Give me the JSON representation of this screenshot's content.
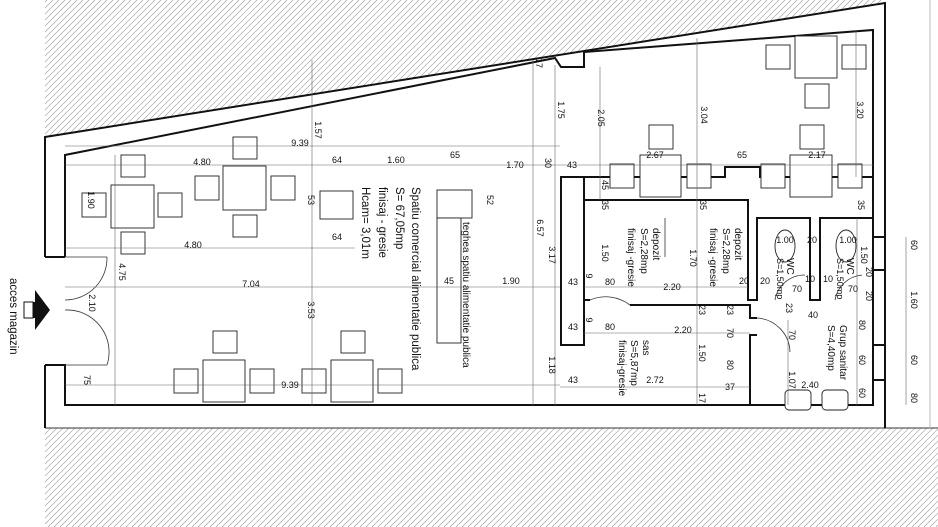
{
  "colors": {
    "wall": "#111111",
    "hatch": "#9a9a9a",
    "background": "#ffffff"
  },
  "labels": {
    "entrance": "acces magazin",
    "main_room": [
      "Spatiu comercial alimentatie publica",
      "S= 67,05mp",
      "finisaj - gresie",
      "Hcam= 3,01m"
    ],
    "counter": "teghea spatiu alimentatie publica",
    "storage_1": [
      "depozit",
      "S=2,28mp",
      "finisaj -gresie"
    ],
    "storage_2": [
      "depozit",
      "S=2,28mp",
      "finisaj -gresie"
    ],
    "airlock": [
      "sas",
      "S=5,87mp",
      "finisaj-gresie"
    ],
    "wc_1": [
      "WC",
      "S=1,50mp"
    ],
    "wc_2": [
      "WC",
      "S=1,50mp"
    ],
    "sanitary": [
      "Grup sanitar",
      "S=4,40mp"
    ]
  },
  "dims": [
    "9.39",
    "1.57",
    "4.80",
    "64",
    "1.60",
    "65",
    "1.70",
    "30",
    "43",
    "2.67",
    "65",
    "2.17",
    "1.90",
    "53",
    "52",
    "4.80",
    "64",
    "4.75",
    "7.04",
    "45",
    "1.90",
    "6.57",
    "3.17",
    "2.10",
    "3.53",
    "43",
    "9",
    "80",
    "1.50",
    "2.20",
    "1.70",
    "20",
    "43",
    "9",
    "80",
    "2.20",
    "23",
    "23",
    "70",
    "1.50",
    "80",
    "37",
    "17",
    "1.18",
    "43",
    "2.72",
    "75",
    "9.39",
    "1.75",
    "17",
    "2.05",
    "3.04",
    "3.20",
    "45",
    "35",
    "35",
    "35",
    "1.00",
    "1.00",
    "20",
    "20",
    "10",
    "10",
    "70",
    "70",
    "1.50",
    "20",
    "20",
    "23",
    "40",
    "70",
    "80",
    "60",
    "60",
    "2.40",
    "1.07",
    "60",
    "1.60",
    "60",
    "80"
  ]
}
